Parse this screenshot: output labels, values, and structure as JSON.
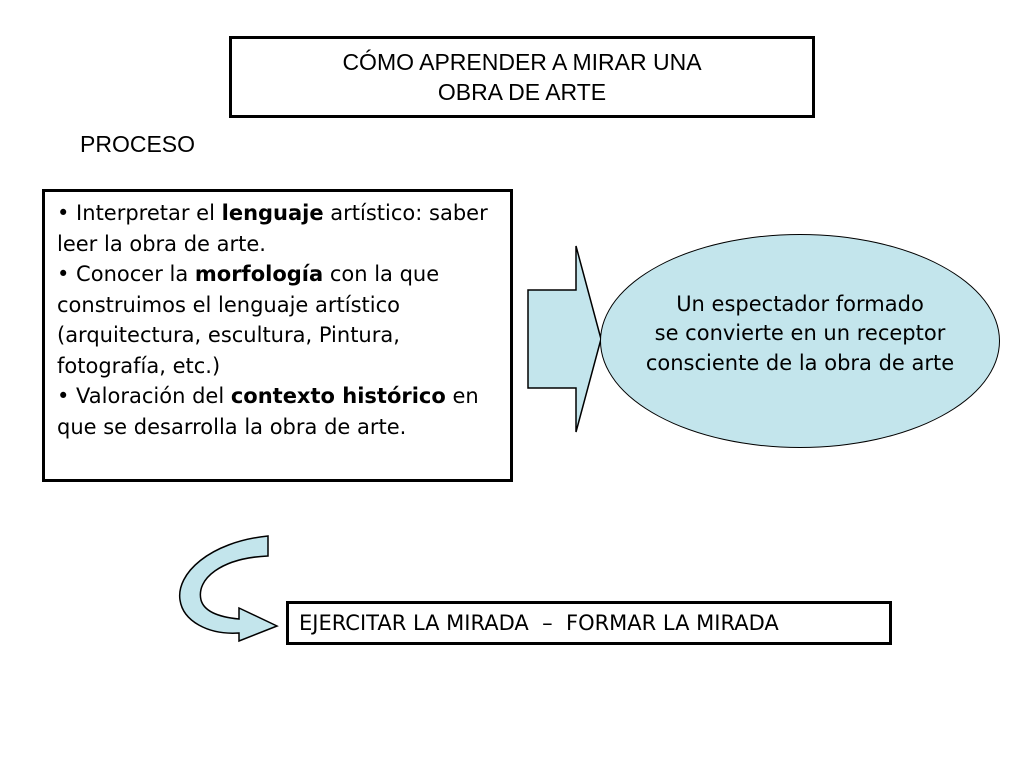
{
  "title": {
    "line1": "CÓMO APRENDER A MIRAR UNA",
    "line2": "OBRA DE ARTE"
  },
  "section_label": "PROCESO",
  "process_box": {
    "item1": {
      "before": "• Interpretar el ",
      "bold": "lenguaje",
      "after": " artístico: saber leer la obra de arte."
    },
    "item2": {
      "before": "• Conocer la ",
      "bold": "morfología",
      "after": " con la que construimos el lenguaje artístico (arquitectura, escultura, Pintura, fotografía, etc.)"
    },
    "item3": {
      "before": "• Valoración del ",
      "bold": "contexto histórico",
      "after": " en que se desarrolla la obra de arte."
    }
  },
  "result_ellipse": {
    "line1": "Un espectador formado",
    "line2": "se convierte en un receptor",
    "line3": "consciente de la obra de arte"
  },
  "bottom_box": {
    "left": "EJERCITAR LA MIRADA",
    "separator": "  –  ",
    "right": "FORMAR LA MIRADA"
  },
  "colors": {
    "shape_fill": "#c3e5ec",
    "border": "#000000"
  }
}
